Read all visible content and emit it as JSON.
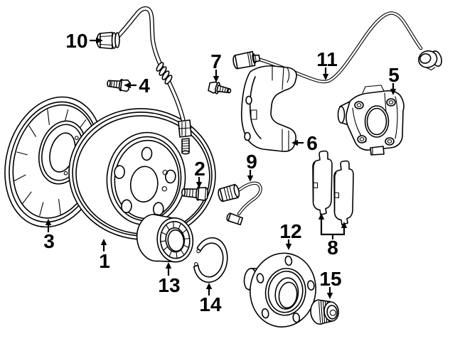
{
  "diagram": {
    "background_color": "#ffffff",
    "line_color": "#000000",
    "label_color": "#000000",
    "callouts": [
      {
        "number": "1",
        "part": "brake-rotor"
      },
      {
        "number": "2",
        "part": "rotor-set-screw"
      },
      {
        "number": "3",
        "part": "splash-shield"
      },
      {
        "number": "4",
        "part": "splash-shield-bolt"
      },
      {
        "number": "5",
        "part": "brake-caliper"
      },
      {
        "number": "6",
        "part": "caliper-mount-bracket"
      },
      {
        "number": "7",
        "part": "caliper-bracket-bolt"
      },
      {
        "number": "8",
        "part": "brake-pad-set"
      },
      {
        "number": "9",
        "part": "brake-pad-wear-sensor"
      },
      {
        "number": "10",
        "part": "brake-hose"
      },
      {
        "number": "11",
        "part": "abs-wheel-speed-sensor"
      },
      {
        "number": "12",
        "part": "wheel-hub"
      },
      {
        "number": "13",
        "part": "wheel-bearing"
      },
      {
        "number": "14",
        "part": "bearing-snap-ring"
      },
      {
        "number": "15",
        "part": "hub-lock-nut"
      }
    ]
  }
}
